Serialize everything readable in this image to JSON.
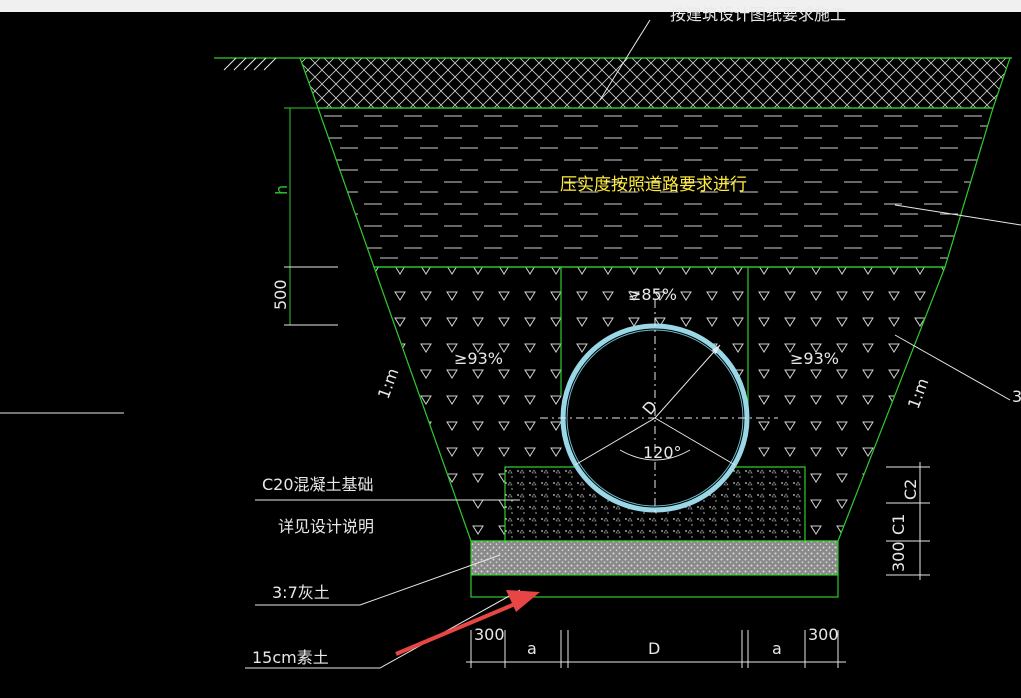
{
  "labels": {
    "top_note": "按建筑设计图纸要求施工",
    "compaction_road": "压实度按照道路要求进行",
    "center_compaction": "≥85%",
    "left_compaction": "≥93%",
    "right_compaction": "≥93%",
    "height_h": "h",
    "dim_500": "500",
    "slope_left": "1:m",
    "slope_right": "1:m",
    "diameter_d": "D",
    "angle": "120°",
    "concrete_base": "C20混凝土基础",
    "design_note": "详见设计说明",
    "lime_soil": "3:7灰土",
    "plain_soil": "15cm素土",
    "dim_300_left": "300",
    "dim_a_left": "a",
    "dim_D": "D",
    "dim_a_right": "a",
    "dim_300_right": "300",
    "dim_c2": "C2",
    "dim_c1": "C1",
    "dim_300_vert": "300",
    "right_leader_num": "3"
  },
  "colors": {
    "line_green": "#2ecc2e",
    "text_white": "#e8e8e8",
    "text_yellow": "#ffeb3b",
    "pipe_cyan": "#9ad8e8",
    "arrow_red": "#e84545"
  }
}
